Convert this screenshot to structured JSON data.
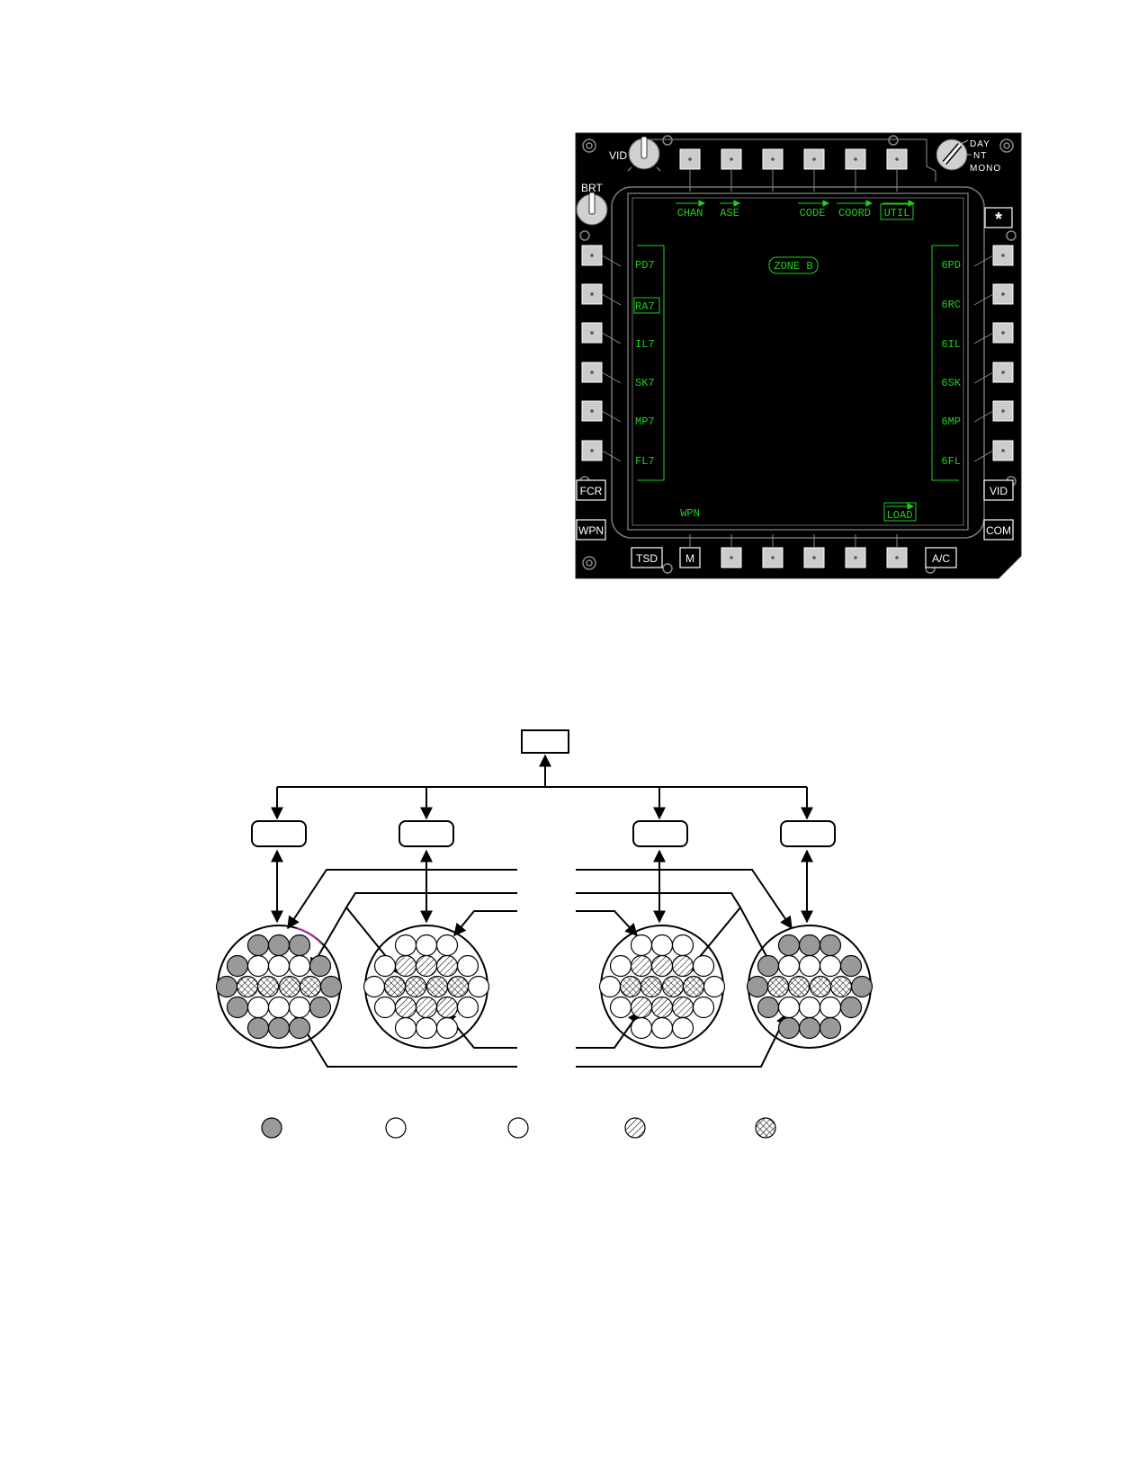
{
  "mfd": {
    "knob_vid": "VID",
    "knob_brt": "BRT",
    "mode_knob": [
      "DAY",
      "NT",
      "MONO"
    ],
    "star_button": "*",
    "top_labels": [
      "CHAN",
      "ASE",
      "CODE",
      "COORD",
      "UTIL"
    ],
    "zone": "ZONE B",
    "left_labels": [
      "PD7",
      "RA7",
      "IL7",
      "SK7",
      "MP7",
      "FL7"
    ],
    "right_labels": [
      "6PD",
      "6RC",
      "6IL",
      "6SK",
      "6MP",
      "6FL"
    ],
    "bottom_left_label": "WPN",
    "bottom_right_label": "LOAD",
    "left_fixed_buttons": [
      "FCR",
      "WPN"
    ],
    "right_fixed_buttons": [
      "VID",
      "COM"
    ],
    "bottom_buttons": [
      "TSD",
      "M",
      "A/C"
    ],
    "colors": {
      "bezel": "#000000",
      "button": "#cccccc",
      "symbology": "#1fd11f",
      "screen": "#000000"
    }
  },
  "diagram": {
    "legend_fills": [
      "dark-gray",
      "white",
      "white",
      "hatched",
      "cross-hatched"
    ]
  }
}
